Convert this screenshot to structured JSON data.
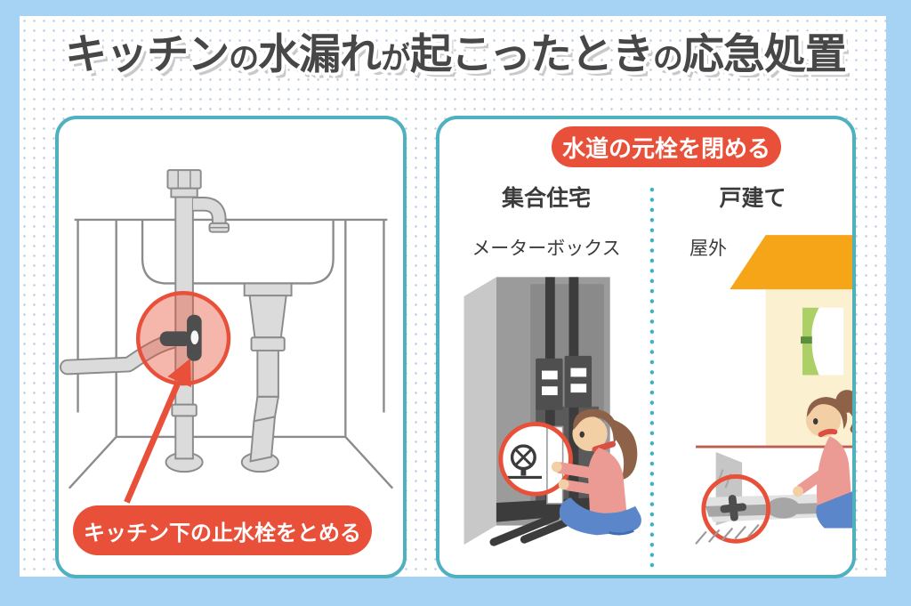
{
  "title": {
    "full": "キッチンの水漏れが起こったときの応急処置",
    "segments": [
      {
        "text": "キッチン",
        "small": false
      },
      {
        "text": "の",
        "small": true
      },
      {
        "text": "水漏れ",
        "small": false
      },
      {
        "text": "が",
        "small": true
      },
      {
        "text": "起こったとき",
        "small": false
      },
      {
        "text": "の",
        "small": true
      },
      {
        "text": "応急処置",
        "small": false
      }
    ]
  },
  "left_panel": {
    "caption": "キッチン下の止水栓をとめる",
    "illustration": "under-sink-plumbing-with-stop-valve-highlighted"
  },
  "right_panel": {
    "heading": "水道の元栓を閉める",
    "columns": [
      {
        "type_label": "集合住宅",
        "location_label": "メーターボックス",
        "illustration": "woman-closing-main-valve-in-meter-box"
      },
      {
        "type_label": "戸建て",
        "location_label": "屋外",
        "illustration": "woman-opening-outdoor-meter-hatch"
      }
    ]
  },
  "colors": {
    "accent_red": "#e8503a",
    "panel_border_teal": "#4fb0c0",
    "frame_blue": "#a6d2f4",
    "roof_orange": "#f6a418",
    "wall_cream": "#fbf0d0",
    "pipe_gray": "#dbdbdb",
    "text_dark": "#3b3b3b"
  }
}
